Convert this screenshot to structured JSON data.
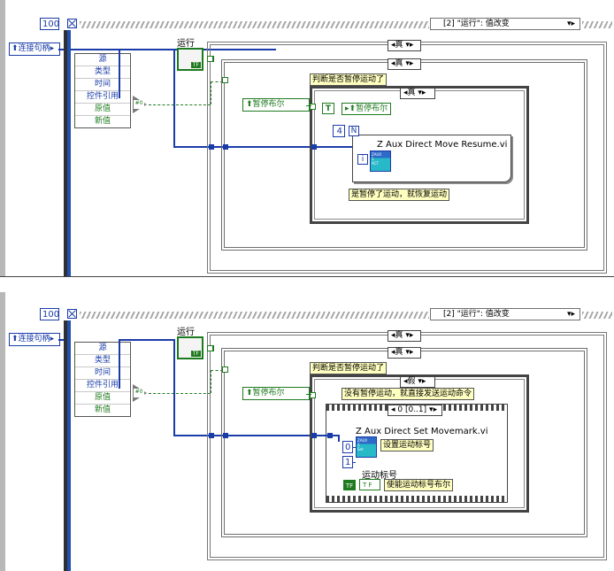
{
  "top": {
    "loop_count": "100",
    "event_selector": "[2] \"运行\": 值改变",
    "connection_ref": "连接句柄",
    "event_fields": [
      "源",
      "类型",
      "时间",
      "控件引用",
      "原值",
      "新值"
    ],
    "run_label": "运行",
    "outer_case": "真",
    "inner_case": "真",
    "inner_case_label": "判断是否暂停运动了",
    "pause_local": "暂停布尔",
    "pause_write": "暂停布尔",
    "third_case": "真",
    "axis_const": "4",
    "n_label": "N",
    "vi_title": "Z Aux Direct Move Resume.vi",
    "vi_input": "i",
    "comment": "是暂停了运动，就恢复运动"
  },
  "bottom": {
    "loop_count": "100",
    "event_selector": "[2] \"运行\": 值改变",
    "connection_ref": "连接句柄",
    "event_fields": [
      "源",
      "类型",
      "时间",
      "控件引用",
      "原值",
      "新值"
    ],
    "run_label": "运行",
    "outer_case": "真",
    "inner_case": "真",
    "inner_case_label": "判断是否暂停运动了",
    "pause_local": "暂停布尔",
    "third_case": "假",
    "third_comment": "没有暂停运动，就直接发送运动命令",
    "seq_frame": "0 [0..1]",
    "vi_title": "Z Aux Direct Set Movemark.vi",
    "vi_comment": "设置运动标号",
    "const_0": "0",
    "const_1": "1",
    "mark_label": "运动标号",
    "enable_label": "使能运动标号布尔",
    "tf": "T F"
  }
}
